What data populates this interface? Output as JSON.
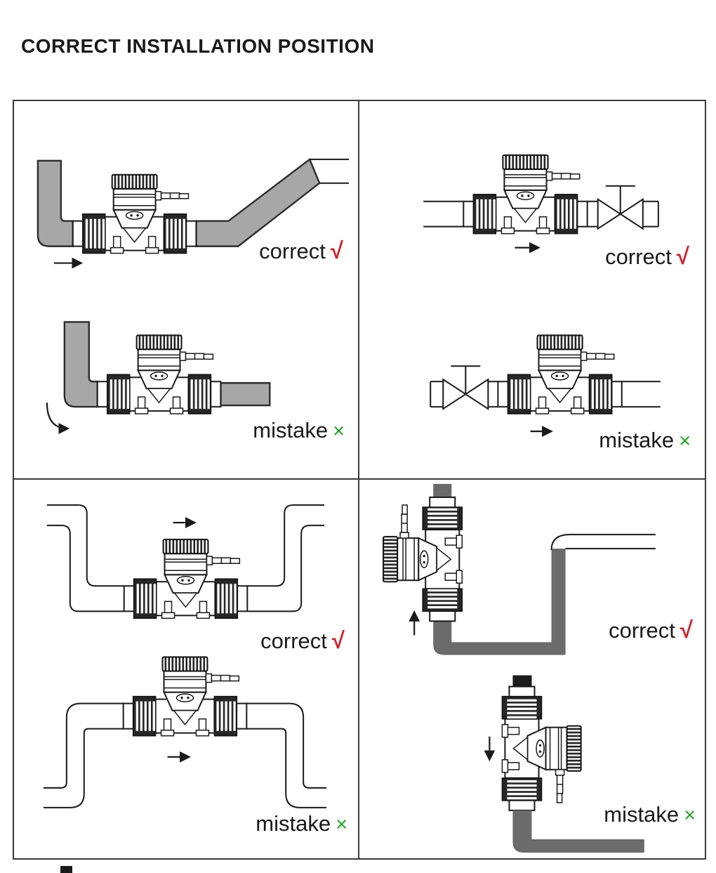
{
  "title": "CORRECT INSTALLATION POSITION",
  "colors": {
    "text": "#1a1a1a",
    "diagram_line": "#1a1a1a",
    "grid_border": "#3a3a3a",
    "correct_mark": "#d2232a",
    "mistake_mark": "#1fa421",
    "pipe_light_gray": "#a7a7a7",
    "pipe_dark_gray": "#6b6b6b",
    "pipe_black": "#1b1b1b"
  },
  "panels": [
    {
      "position": "top-left",
      "diagrams": [
        {
          "verdict": "correct",
          "label": "correct",
          "mark": "√",
          "flow_direction": "right",
          "scene": "meter on horizontal run after downward elbow, outlet rises diagonally"
        },
        {
          "verdict": "mistake",
          "label": "mistake",
          "mark": "×",
          "flow_direction": "right",
          "scene": "meter placed immediately after a vertical-to-horizontal elbow"
        }
      ]
    },
    {
      "position": "top-right",
      "diagrams": [
        {
          "verdict": "correct",
          "label": "correct",
          "mark": "√",
          "flow_direction": "right",
          "scene": "meter installed upstream of the shut-off valve"
        },
        {
          "verdict": "mistake",
          "label": "mistake",
          "mark": "×",
          "flow_direction": "right",
          "scene": "meter installed downstream of the shut-off valve"
        }
      ]
    },
    {
      "position": "bottom-left",
      "diagrams": [
        {
          "verdict": "correct",
          "label": "correct",
          "mark": "√",
          "flow_direction": "right",
          "scene": "meter at the low point of a U-shaped pipe run"
        },
        {
          "verdict": "mistake",
          "label": "mistake",
          "mark": "×",
          "flow_direction": "right",
          "scene": "meter at the high point of an inverted-U pipe run"
        }
      ]
    },
    {
      "position": "bottom-right",
      "diagrams": [
        {
          "verdict": "correct",
          "label": "correct",
          "mark": "√",
          "flow_direction": "up",
          "scene": "meter on vertical pipe with upward flow"
        },
        {
          "verdict": "mistake",
          "label": "mistake",
          "mark": "×",
          "flow_direction": "down",
          "scene": "meter on vertical pipe with downward flow"
        }
      ]
    }
  ]
}
